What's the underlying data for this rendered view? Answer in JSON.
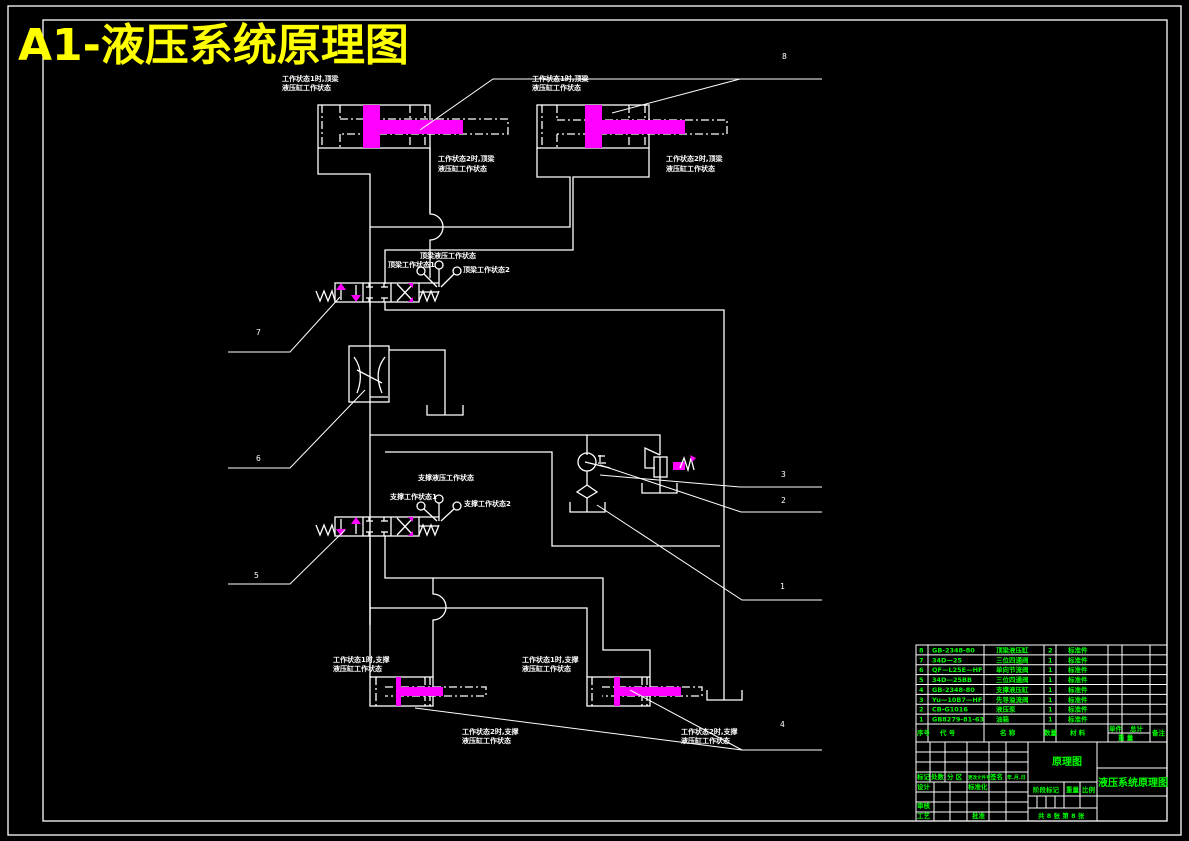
{
  "drawing": {
    "title": "A1-液压系统原理图",
    "colors": {
      "background": "#000000",
      "lines": "#ffffff",
      "title": "#ffff00",
      "highlight": "#ff00ff",
      "title_block": "#00ff00"
    },
    "annotations": {
      "cyl_top_left_1": "工作状态1时,顶梁",
      "cyl_top_left_2": "液压缸工作状态",
      "cyl_top_left_b1": "工作状态2时,顶梁",
      "cyl_top_left_b2": "液压缸工作状态",
      "cyl_top_right_1": "工作状态1时,顶梁",
      "cyl_top_right_2": "液压缸工作状态",
      "cyl_top_right_b1": "工作状态2时,顶梁",
      "cyl_top_right_b2": "液压缸工作状态",
      "valve1_neutral": "顶梁液压工作状态",
      "valve1_state1": "顶梁工作状态1",
      "valve1_state2": "顶梁工作状态2",
      "valve2_neutral": "支撑液压工作状态",
      "valve2_state1": "支撑工作状态1",
      "valve2_state2": "支撑工作状态2",
      "cyl_bot_left_1": "工作状态1时,支撑",
      "cyl_bot_left_2": "液压缸工作状态",
      "cyl_bot_left_b1": "工作状态2时,支撑",
      "cyl_bot_left_b2": "液压缸工作状态",
      "cyl_bot_right_1": "工作状态1时,支撑",
      "cyl_bot_right_2": "液压缸工作状态",
      "cyl_bot_right_b1": "工作状态2时,支撑",
      "cyl_bot_right_b2": "液压缸工作状态"
    },
    "callouts": [
      "1",
      "2",
      "3",
      "4",
      "5",
      "6",
      "7",
      "8"
    ],
    "components": [
      {
        "id": "hydraulic-cylinder",
        "count": 4
      },
      {
        "id": "directional-valve",
        "count": 2
      },
      {
        "id": "throttle-valve",
        "count": 1
      },
      {
        "id": "pump",
        "count": 1
      },
      {
        "id": "filter",
        "count": 1
      },
      {
        "id": "relief-valve",
        "count": 1
      },
      {
        "id": "tank",
        "count": 3
      }
    ]
  },
  "title_block": {
    "parts": [
      {
        "no": "8",
        "code": "GB-2348-80",
        "name": "顶梁液压缸",
        "qty": "2",
        "material": "标准件"
      },
      {
        "no": "7",
        "code": "34D—25",
        "name": "三位四通阀",
        "qty": "1",
        "material": "标准件"
      },
      {
        "no": "6",
        "code": "QF—L25E—HF",
        "name": "单向节流阀",
        "qty": "1",
        "material": "标准件"
      },
      {
        "no": "5",
        "code": "34D—25BB",
        "name": "三位四通阀",
        "qty": "1",
        "material": "标准件"
      },
      {
        "no": "4",
        "code": "GB-2348-80",
        "name": "支撑液压缸",
        "qty": "1",
        "material": "标准件"
      },
      {
        "no": "3",
        "code": "Yu—10B7—HF",
        "name": "先导溢流阀",
        "qty": "1",
        "material": "标准件"
      },
      {
        "no": "2",
        "code": "CB-G1016",
        "name": "液压泵",
        "qty": "1",
        "material": "标准件"
      },
      {
        "no": "1",
        "code": "GB8279-81-63",
        "name": "油箱",
        "qty": "1",
        "material": "标准件"
      }
    ],
    "headers": {
      "no": "序号",
      "code": "代 号",
      "name": "名 称",
      "qty": "数量",
      "material": "材 料",
      "unit": "单件",
      "total": "总计",
      "weight": "重 量",
      "remark": "备注"
    },
    "drawing_name": "原理图",
    "project_title": "液压系统原理图",
    "rev_headers": [
      "标记",
      "处数",
      "分 区",
      "更改文件号",
      "签名",
      "年.月.日"
    ],
    "roles": {
      "design": "设计",
      "standard": "标准化",
      "review": "审核",
      "process": "工艺",
      "approve": "批准"
    },
    "stage_headers": [
      "阶段标记",
      "重量",
      "比例"
    ],
    "sheet": "共 8 张 第 8 张"
  }
}
